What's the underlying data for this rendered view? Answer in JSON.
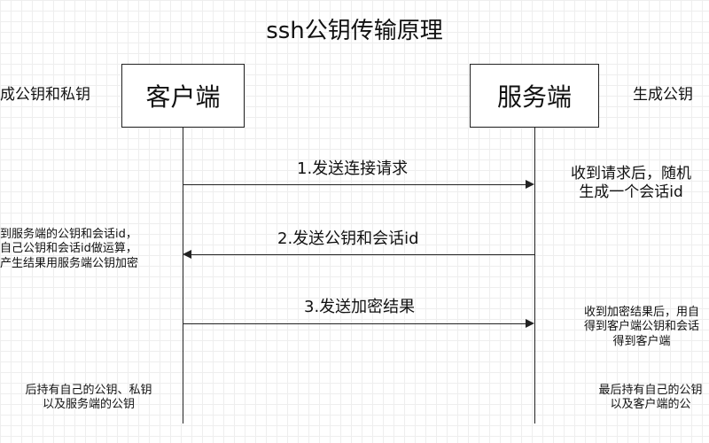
{
  "title": "ssh公钥传输原理",
  "participants": {
    "client": "客户端",
    "server": "服务端"
  },
  "messages": [
    {
      "label": "1.发送连接请求",
      "direction": "client-to-server"
    },
    {
      "label": "2.发送公钥和会话id",
      "direction": "server-to-client"
    },
    {
      "label": "3.发送加密结果",
      "direction": "client-to-server"
    }
  ],
  "notes": {
    "client_keygen": "成公钥和私钥",
    "server_keygen": "生成公钥",
    "server_session": [
      "收到请求后，随机",
      "生成一个会话id"
    ],
    "client_compute": [
      "到服务端的公钥和会话id，",
      "自己公钥和会话id做运算，",
      "产生结果用服务端公钥加密"
    ],
    "server_verify": [
      "收到加密结果后，用自",
      "得到客户端公钥和会话",
      "得到客户端"
    ],
    "client_final": [
      "后持有自己的公钥、私钥",
      "以及服务端的公钥"
    ],
    "server_final": [
      "最后持有自己的公钥",
      "以及客户端的公"
    ]
  },
  "colors": {
    "line": "#222222",
    "grid": "#eeeeee"
  }
}
